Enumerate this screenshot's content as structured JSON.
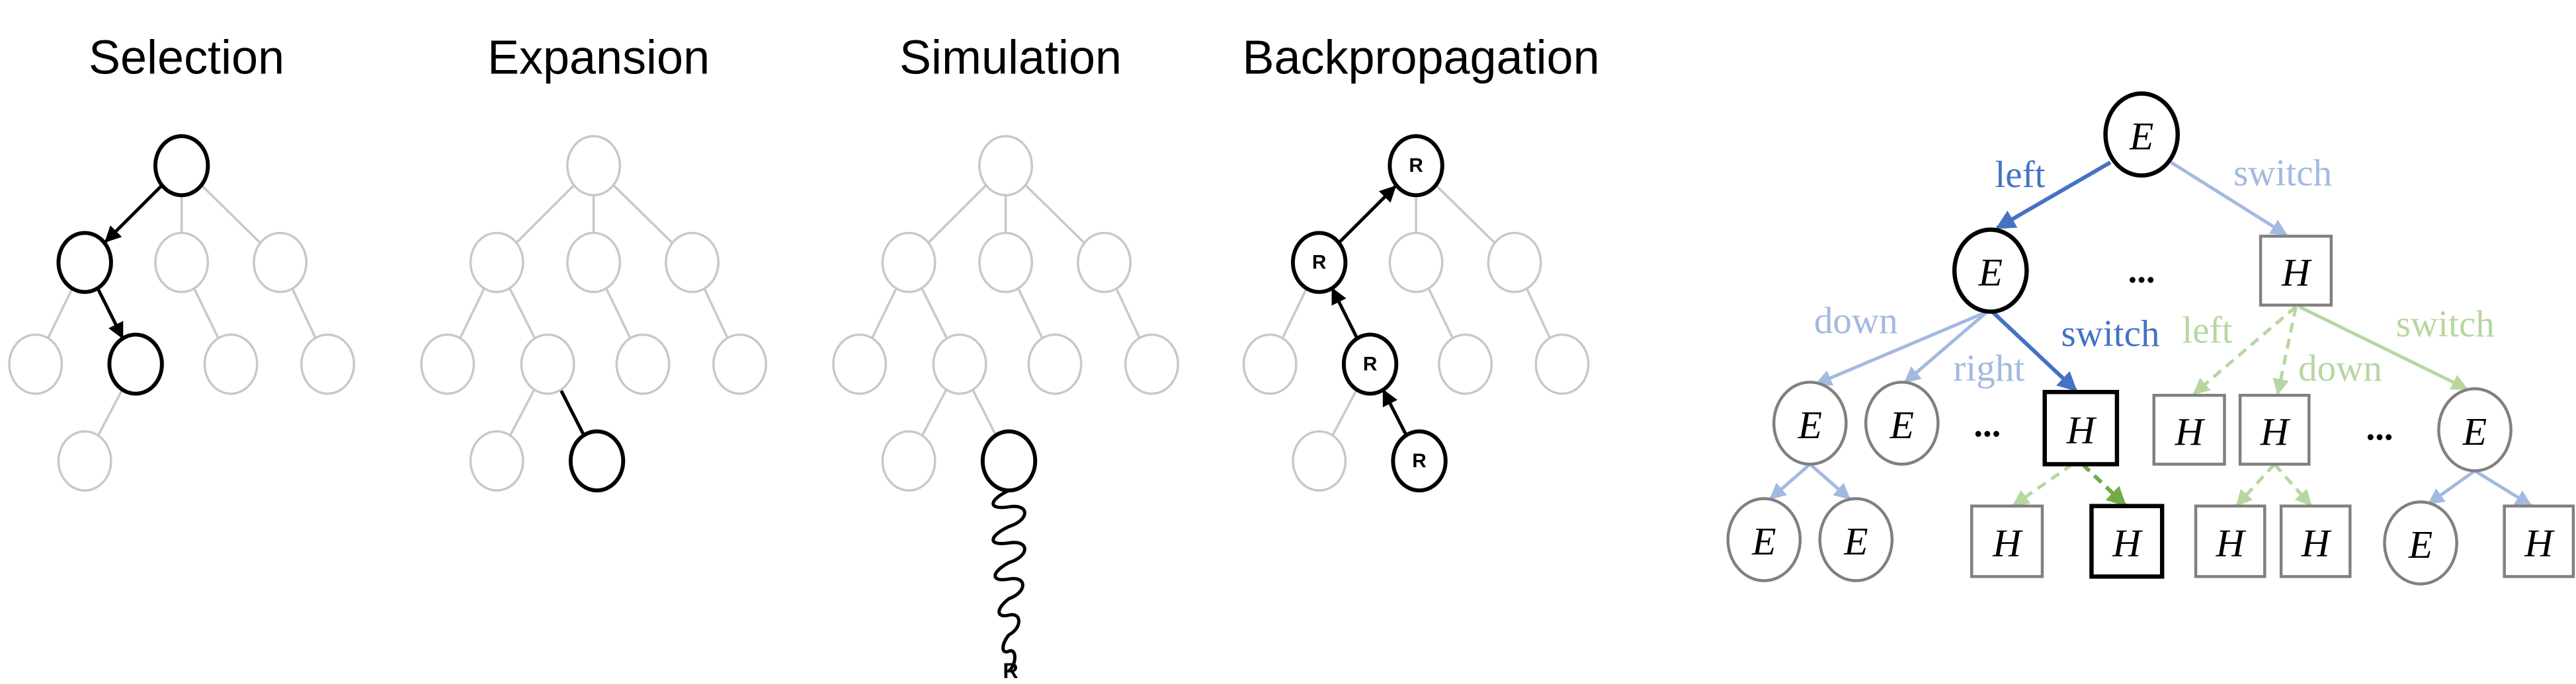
{
  "panels": [
    {
      "title": "Selection"
    },
    {
      "title": "Expansion"
    },
    {
      "title": "Simulation",
      "result_label": "R"
    },
    {
      "title": "Backpropagation",
      "node_label": "R"
    }
  ],
  "mcts_tree": {
    "node_labels": {
      "env": "E",
      "human": "H"
    },
    "ellipsis": "...",
    "edge_labels": {
      "root_left": "left",
      "root_switch": "switch",
      "e_down": "down",
      "e_right": "right",
      "e_switch": "switch",
      "h_left": "left",
      "h_down": "down",
      "h_switch": "switch"
    }
  },
  "colors": {
    "grey_node": "#c8c8c8",
    "dark_blue": "#4472C4",
    "light_blue": "#A3B9E0",
    "light_green": "#B6D7A0",
    "dark_green": "#70AD47",
    "box_grey": "#808080"
  }
}
